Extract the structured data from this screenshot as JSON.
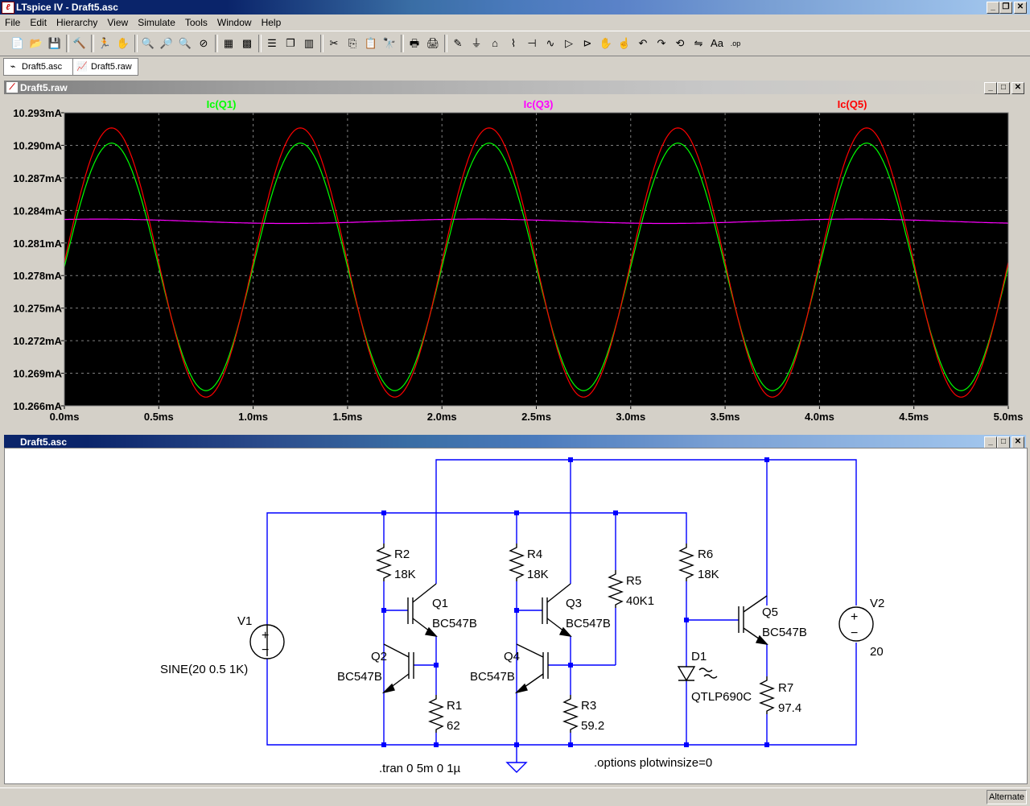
{
  "app": {
    "title": "LTspice IV - Draft5.asc",
    "icon": "ltspice-logo-icon",
    "min": "_",
    "restore": "❐",
    "close": "✕"
  },
  "menu": [
    "File",
    "Edit",
    "Hierarchy",
    "View",
    "Simulate",
    "Tools",
    "Window",
    "Help"
  ],
  "toolbar": [
    {
      "name": "new-schematic-icon",
      "glyph": "📄"
    },
    {
      "name": "open-icon",
      "glyph": "📂"
    },
    {
      "name": "save-icon",
      "glyph": "💾"
    },
    {
      "name": "control-panel-icon",
      "glyph": "🔨"
    },
    {
      "name": "run-icon",
      "glyph": "🏃"
    },
    {
      "name": "halt-icon",
      "glyph": "✋"
    },
    {
      "name": "zoom-in-icon",
      "glyph": "🔍"
    },
    {
      "name": "zoom-pan-icon",
      "glyph": "🔎"
    },
    {
      "name": "zoom-out-icon",
      "glyph": "🔍"
    },
    {
      "name": "zoom-cancel-icon",
      "glyph": "⊘"
    },
    {
      "name": "autorange-icon",
      "glyph": "▦"
    },
    {
      "name": "grid-icon",
      "glyph": "▩"
    },
    {
      "name": "tile-horizontal-icon",
      "glyph": "☰"
    },
    {
      "name": "cascade-icon",
      "glyph": "❐"
    },
    {
      "name": "tile-vertical-icon",
      "glyph": "▥"
    },
    {
      "name": "cut-icon",
      "glyph": "✂"
    },
    {
      "name": "copy-icon",
      "glyph": "⎘"
    },
    {
      "name": "paste-icon",
      "glyph": "📋"
    },
    {
      "name": "find-icon",
      "glyph": "🔭"
    },
    {
      "name": "print-setup-icon",
      "glyph": "🖶"
    },
    {
      "name": "print-icon",
      "glyph": "🖨"
    },
    {
      "name": "wire-icon",
      "glyph": "✎"
    },
    {
      "name": "ground-icon",
      "glyph": "⏚"
    },
    {
      "name": "label-net-icon",
      "glyph": "⌂"
    },
    {
      "name": "resistor-icon",
      "glyph": "⌇"
    },
    {
      "name": "capacitor-icon",
      "glyph": "⊣"
    },
    {
      "name": "inductor-icon",
      "glyph": "∿"
    },
    {
      "name": "diode-icon",
      "glyph": "▷"
    },
    {
      "name": "component-icon",
      "glyph": "⊳"
    },
    {
      "name": "move-icon",
      "glyph": "✋"
    },
    {
      "name": "drag-icon",
      "glyph": "☝"
    },
    {
      "name": "undo-icon",
      "glyph": "↶"
    },
    {
      "name": "redo-icon",
      "glyph": "↷"
    },
    {
      "name": "rotate-icon",
      "glyph": "⟲"
    },
    {
      "name": "mirror-icon",
      "glyph": "⇋"
    },
    {
      "name": "text-icon",
      "glyph": "Aa"
    },
    {
      "name": "spice-directive-icon",
      "glyph": ".op"
    }
  ],
  "tabs": [
    {
      "label": "Draft5.asc",
      "icon": "schematic-tab-icon",
      "glyph": "⌁"
    },
    {
      "label": "Draft5.raw",
      "icon": "waveform-tab-icon",
      "glyph": "📈"
    }
  ],
  "plot_window": {
    "title": "Draft5.raw",
    "icon": "waveform-window-icon"
  },
  "schematic_window": {
    "title": "Draft5.asc"
  },
  "chart_data": {
    "type": "line",
    "x_unit": "ms",
    "xlim": [
      0,
      5
    ],
    "ylim": [
      10.266,
      10.293
    ],
    "x_ticks": [
      0.0,
      0.5,
      1.0,
      1.5,
      2.0,
      2.5,
      3.0,
      3.5,
      4.0,
      4.5,
      5.0
    ],
    "x_tick_labels": [
      "0.0ms",
      "0.5ms",
      "1.0ms",
      "1.5ms",
      "2.0ms",
      "2.5ms",
      "3.0ms",
      "3.5ms",
      "4.0ms",
      "4.5ms",
      "5.0ms"
    ],
    "y_ticks": [
      10.293,
      10.29,
      10.287,
      10.284,
      10.281,
      10.278,
      10.275,
      10.272,
      10.269,
      10.266
    ],
    "y_tick_labels": [
      "10.293mA",
      "10.290mA",
      "10.287mA",
      "10.284mA",
      "10.281mA",
      "10.278mA",
      "10.275mA",
      "10.272mA",
      "10.269mA",
      "10.266mA"
    ],
    "grid": true,
    "background": "#000000",
    "series": [
      {
        "name": "Ic(Q1)",
        "color": "#00ff00",
        "offset": 10.2788,
        "amplitude": 0.0114,
        "frequency_khz": 1
      },
      {
        "name": "Ic(Q3)",
        "color": "#ff00ff",
        "offset": 10.283,
        "amplitude": 0.0002,
        "frequency_khz": 1
      },
      {
        "name": "Ic(Q5)",
        "color": "#ff0000",
        "offset": 10.2792,
        "amplitude": 0.0124,
        "frequency_khz": 1
      }
    ]
  },
  "schematic": {
    "labels": {
      "V1": "V1",
      "V1_value": "SINE(20 0.5 1K)",
      "V2": "V2",
      "V2_value": "20",
      "R1": "R1",
      "R1_value": "62",
      "R2": "R2",
      "R2_value": "18K",
      "R3": "R3",
      "R3_value": "59.2",
      "R4": "R4",
      "R4_value": "18K",
      "R5": "R5",
      "R5_value": "40K1",
      "R6": "R6",
      "R6_value": "18K",
      "R7": "R7",
      "R7_value": "97.4",
      "Q1": "Q1",
      "Q1_model": "BC547B",
      "Q2": "Q2",
      "Q2_model": "BC547B",
      "Q3": "Q3",
      "Q3_model": "BC547B",
      "Q4": "Q4",
      "Q4_model": "BC547B",
      "Q5": "Q5",
      "Q5_model": "BC547B",
      "D1": "D1",
      "D1_model": "QTLP690C",
      "tran": ".tran 0 5m 0 1µ",
      "options": ".options plotwinsize=0",
      "plus": "+",
      "minus": "−"
    }
  },
  "status": {
    "mode": "Alternate"
  }
}
